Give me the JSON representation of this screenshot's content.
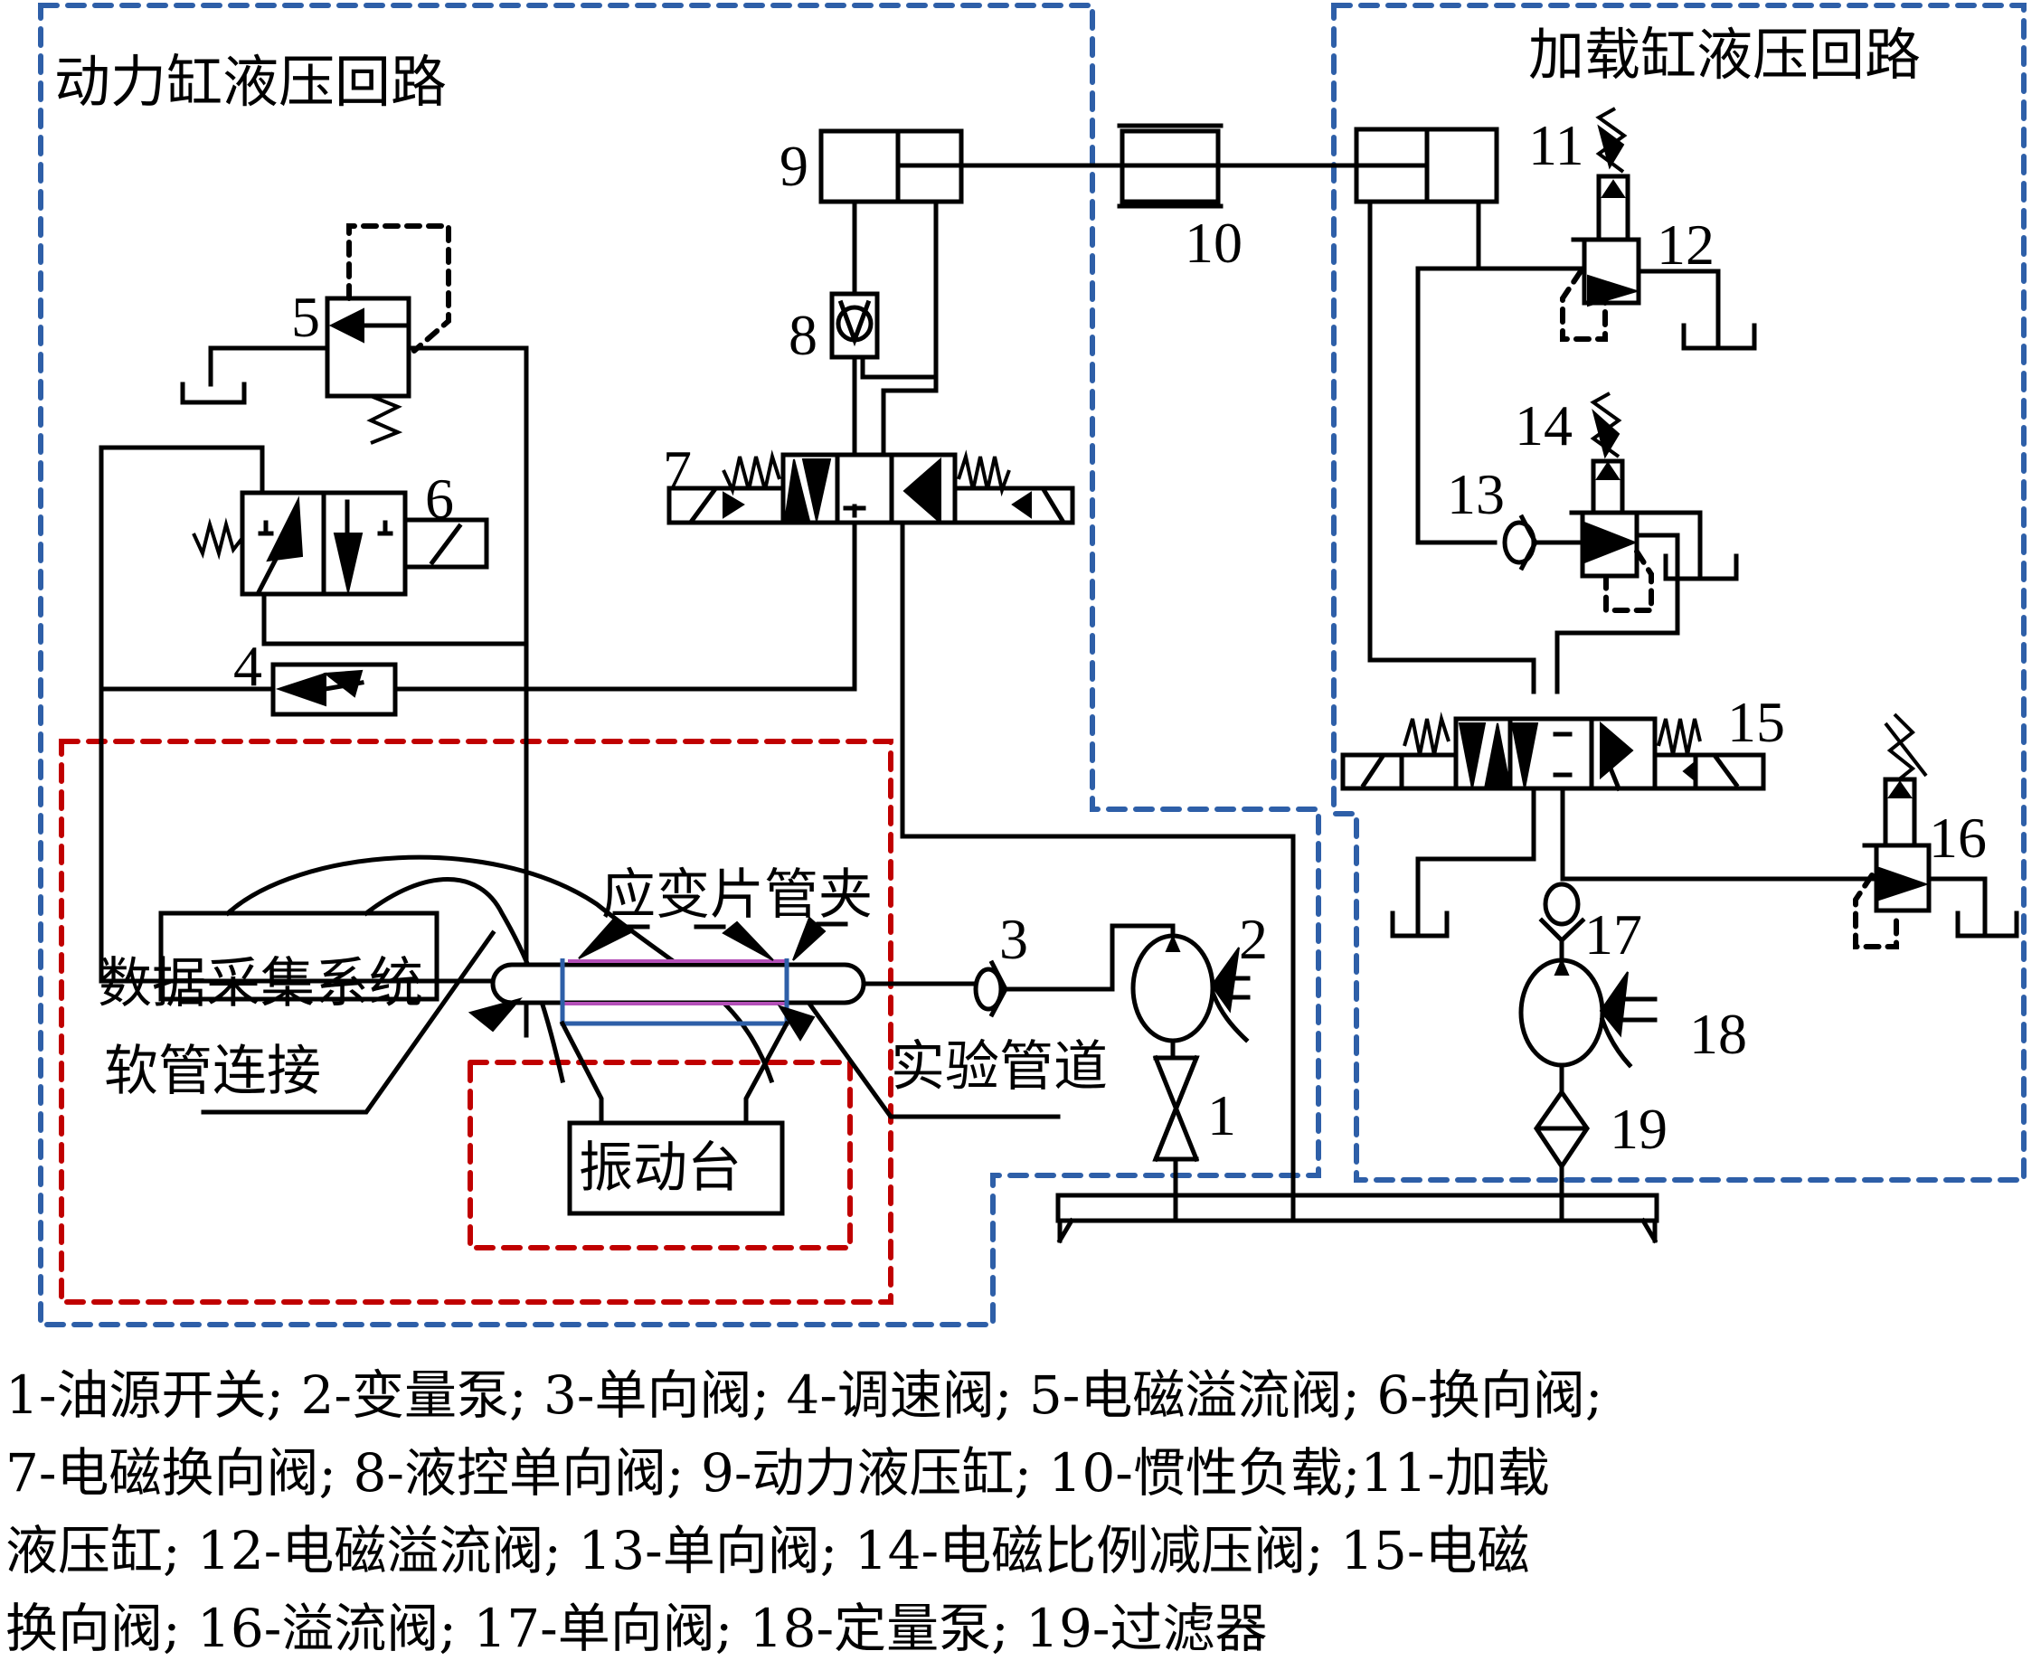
{
  "regions": {
    "power_circuit_title": "动力缸液压回路",
    "load_circuit_title": "加载缸液压回路"
  },
  "annotations": {
    "daq_system": "数据采集系统",
    "strain_gauge_clamp": "应变片管夹",
    "hose_connection": "软管连接",
    "test_pipe": "实验管道",
    "shaker_table": "振动台"
  },
  "component_numbers": [
    "1",
    "2",
    "3",
    "4",
    "5",
    "6",
    "7",
    "8",
    "9",
    "10",
    "11",
    "12",
    "13",
    "14",
    "15",
    "16",
    "17",
    "18",
    "19"
  ],
  "colors": {
    "power_circuit_border": "#2e5fa8",
    "test_rig_border": "#c00000",
    "pipe_clamp": "#2e5fa8",
    "strain_gauge": "#b44fb8"
  },
  "legend": {
    "lines": [
      "1-油源开关; 2-变量泵; 3-单向阀; 4-调速阀; 5-电磁溢流阀; 6-换向阀;",
      "7-电磁换向阀; 8-液控单向阀; 9-动力液压缸; 10-惯性负载;11-加载",
      "液压缸; 12-电磁溢流阀; 13-单向阀; 14-电磁比例减压阀; 15-电磁",
      "换向阀; 16-溢流阀; 17-单向阀; 18-定量泵; 19-过滤器"
    ],
    "items": [
      {
        "id": "1",
        "name": "油源开关"
      },
      {
        "id": "2",
        "name": "变量泵"
      },
      {
        "id": "3",
        "name": "单向阀"
      },
      {
        "id": "4",
        "name": "调速阀"
      },
      {
        "id": "5",
        "name": "电磁溢流阀"
      },
      {
        "id": "6",
        "name": "换向阀"
      },
      {
        "id": "7",
        "name": "电磁换向阀"
      },
      {
        "id": "8",
        "name": "液控单向阀"
      },
      {
        "id": "9",
        "name": "动力液压缸"
      },
      {
        "id": "10",
        "name": "惯性负载"
      },
      {
        "id": "11",
        "name": "加载液压缸"
      },
      {
        "id": "12",
        "name": "电磁溢流阀"
      },
      {
        "id": "13",
        "name": "单向阀"
      },
      {
        "id": "14",
        "name": "电磁比例减压阀"
      },
      {
        "id": "15",
        "name": "电磁换向阀"
      },
      {
        "id": "16",
        "name": "溢流阀"
      },
      {
        "id": "17",
        "name": "单向阀"
      },
      {
        "id": "18",
        "name": "定量泵"
      },
      {
        "id": "19",
        "name": "过滤器"
      }
    ]
  }
}
